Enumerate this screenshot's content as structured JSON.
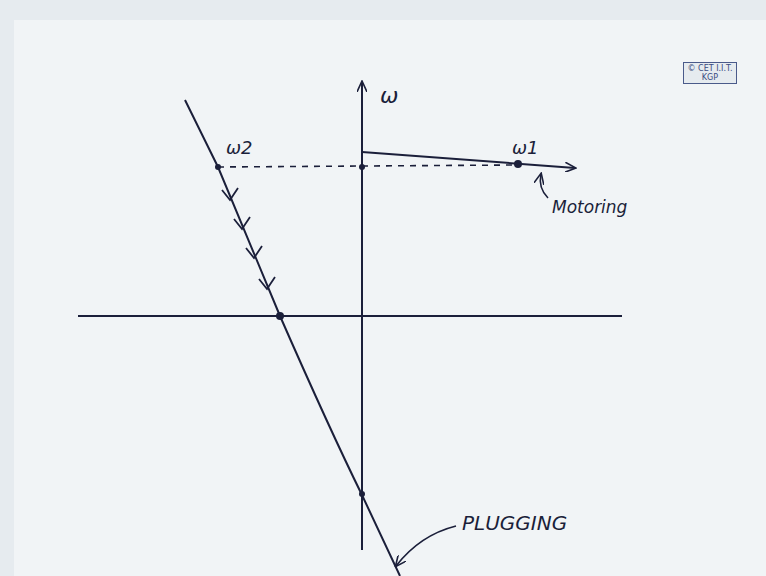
{
  "diagram": {
    "nodes": [
      {
        "text": [
          "© CET I.I.T. KGP"
        ]
      }
    ],
    "labels": [
      "ω",
      "ω2",
      "ω1",
      "Motoring",
      "PLUGGING"
    ]
  }
}
